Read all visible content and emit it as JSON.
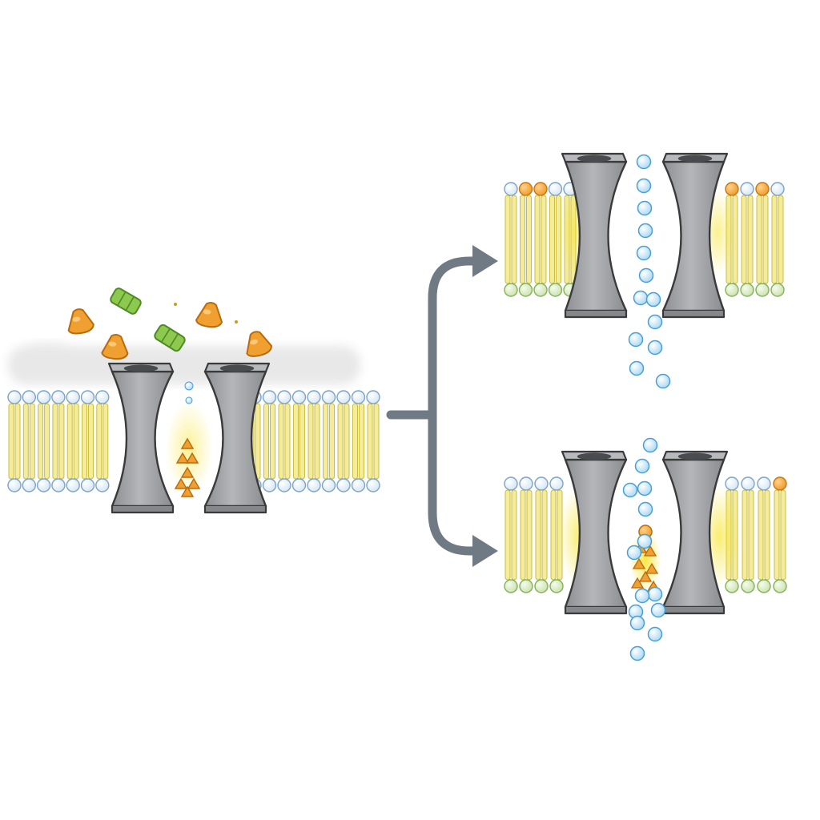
{
  "diagram": {
    "colors": {
      "background": "#ffffff",
      "lipid_tail": "#f4ec9a",
      "lipid_tail_stroke": "#c9bd45",
      "head_blue": "#dcebf7",
      "head_blue_stroke": "#7fa3c4",
      "head_green": "#d7ecbf",
      "head_green_stroke": "#86b05a",
      "head_orange": "#f2a640",
      "channel_fill": "#9b9da1",
      "channel_stroke": "#3a3a3a",
      "arrow": "#6f7a85",
      "ion": "#a9d8f5",
      "ion_stroke": "#4a9fd4",
      "ligand_orange": "#f0a030",
      "ligand_green": "#8cc94e",
      "cloud": "#e4e4e4",
      "glow": "#f5d915"
    },
    "panels": [
      {
        "name": "resting-channel",
        "state": "closed",
        "ligands_outside": true
      },
      {
        "name": "open-channel",
        "state": "open",
        "ion_flow": true
      },
      {
        "name": "blocked-channel",
        "state": "blocked",
        "ion_flow": "partial"
      }
    ],
    "arrow_branches": 2
  }
}
